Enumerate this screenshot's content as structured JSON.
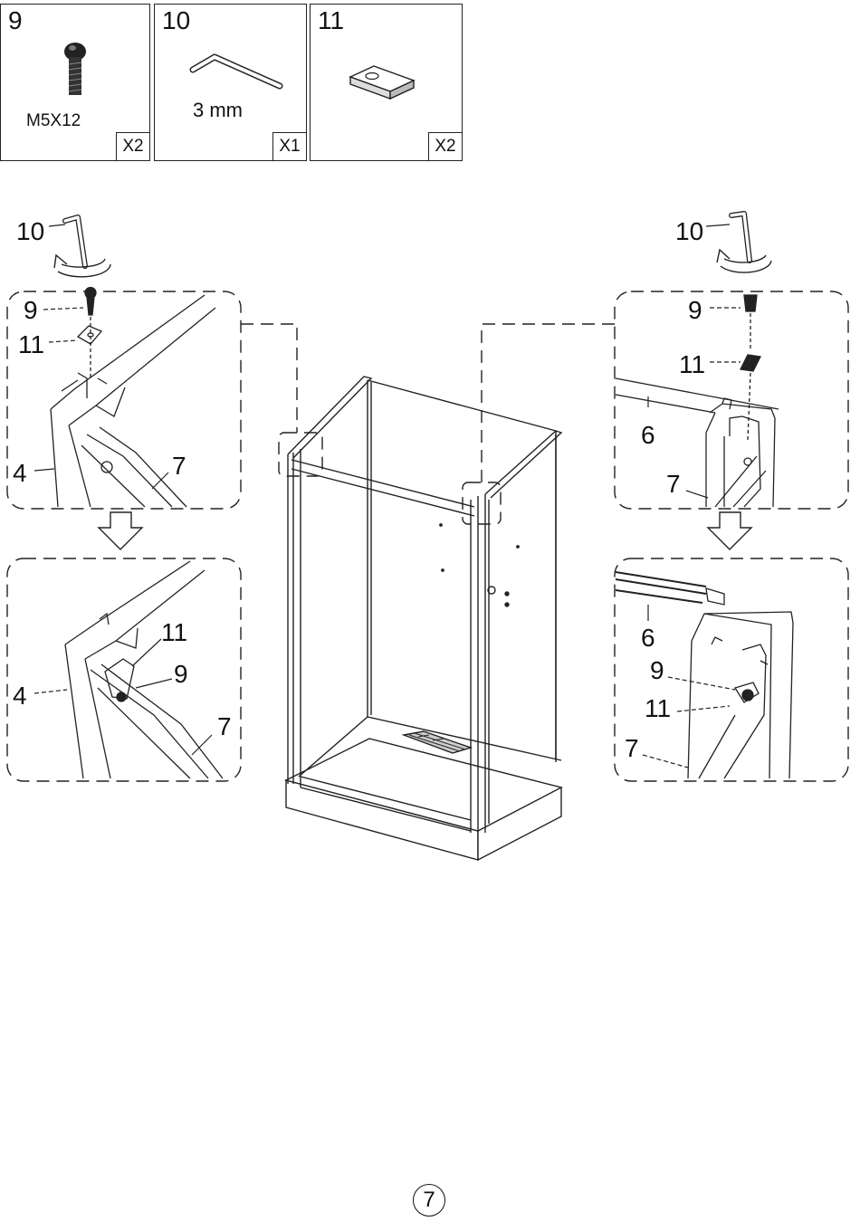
{
  "parts": [
    {
      "number": "9",
      "spec": "M5X12",
      "qty": "X2",
      "icon": "screw-icon"
    },
    {
      "number": "10",
      "spec": "3 mm",
      "qty": "X1",
      "icon": "hex-key-icon"
    },
    {
      "number": "11",
      "spec": "",
      "qty": "X2",
      "icon": "plate-icon"
    }
  ],
  "callouts": {
    "hex_key": "10",
    "screw": "9",
    "plate": "11",
    "post": "4",
    "panel": "6",
    "rail": "7"
  },
  "page": {
    "number": "7"
  }
}
